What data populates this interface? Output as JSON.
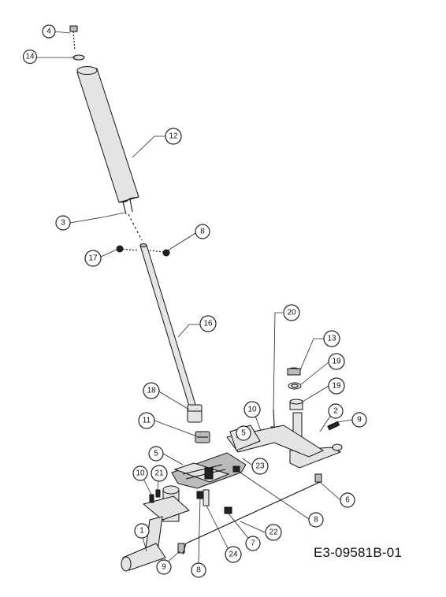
{
  "diagram_ref": "E3-09581B-01",
  "callouts": [
    "4",
    "14",
    "12",
    "3",
    "8",
    "17",
    "16",
    "20",
    "13",
    "19",
    "19",
    "10",
    "2",
    "9",
    "18",
    "11",
    "5",
    "5",
    "23",
    "10",
    "21",
    "6",
    "1",
    "8",
    "7",
    "22",
    "9",
    "8",
    "24"
  ]
}
